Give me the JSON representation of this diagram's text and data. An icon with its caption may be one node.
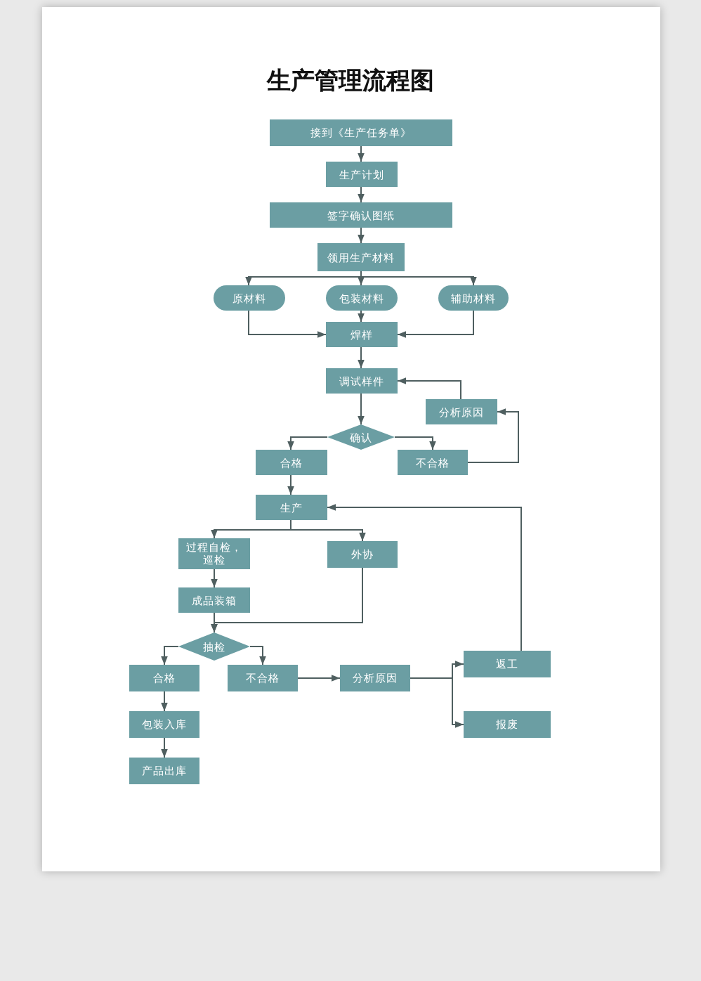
{
  "diagram": {
    "title": "生产管理流程图",
    "nodes": [
      {
        "text": [
          "接到《生产任务单》"
        ]
      },
      {
        "text": [
          "生产计划"
        ]
      },
      {
        "text": [
          "签字确认图纸"
        ]
      },
      {
        "text": [
          "领用生产材料"
        ]
      },
      {
        "text": [
          "原材料"
        ]
      },
      {
        "text": [
          "包装材料"
        ]
      },
      {
        "text": [
          "辅助材料"
        ]
      },
      {
        "text": [
          "焊样"
        ]
      },
      {
        "text": [
          "调试样件"
        ]
      },
      {
        "text": [
          "确认"
        ]
      },
      {
        "text": [
          "合格"
        ]
      },
      {
        "text": [
          "不合格"
        ]
      },
      {
        "text": [
          "分析原因"
        ]
      },
      {
        "text": [
          "生产"
        ]
      },
      {
        "text": [
          "过程自检，巡检"
        ]
      },
      {
        "text": [
          "外协"
        ]
      },
      {
        "text": [
          "成品装箱"
        ]
      },
      {
        "text": [
          "抽检"
        ]
      },
      {
        "text": [
          "合格"
        ]
      },
      {
        "text": [
          "不合格"
        ]
      },
      {
        "text": [
          "分析原因"
        ]
      },
      {
        "text": [
          "返工"
        ]
      },
      {
        "text": [
          "报废"
        ]
      },
      {
        "text": [
          "包装入库"
        ]
      },
      {
        "text": [
          "产品出库"
        ]
      }
    ],
    "edges": [
      {
        "from": 0,
        "to": 1,
        "arrow": "to"
      },
      {
        "from": 1,
        "to": 2,
        "arrow": "to"
      },
      {
        "from": 2,
        "to": 3,
        "arrow": "to"
      },
      {
        "from": 3,
        "to": 4,
        "arrow": "to"
      },
      {
        "from": 3,
        "to": 5,
        "arrow": "to"
      },
      {
        "from": 3,
        "to": 6,
        "arrow": "to"
      },
      {
        "from": 4,
        "to": 7,
        "arrow": "to"
      },
      {
        "from": 5,
        "to": 7,
        "arrow": "to"
      },
      {
        "from": 6,
        "to": 7,
        "arrow": "to"
      },
      {
        "from": 7,
        "to": 8,
        "arrow": "to"
      },
      {
        "from": 8,
        "to": 9,
        "arrow": "to"
      },
      {
        "from": 9,
        "to": 10,
        "arrow": "to"
      },
      {
        "from": 9,
        "to": 11,
        "arrow": "to"
      },
      {
        "from": 11,
        "to": 12,
        "arrow": "to"
      },
      {
        "from": 12,
        "to": 8,
        "arrow": "to"
      },
      {
        "from": 10,
        "to": 13,
        "arrow": "to"
      },
      {
        "from": 13,
        "to": 14,
        "arrow": "to"
      },
      {
        "from": 13,
        "to": 15,
        "arrow": "to"
      },
      {
        "from": 14,
        "to": 16,
        "arrow": "to"
      },
      {
        "from": 15,
        "to": 17,
        "arrow": "to"
      },
      {
        "from": 16,
        "to": 17,
        "arrow": "to"
      },
      {
        "from": 17,
        "to": 18,
        "arrow": "to"
      },
      {
        "from": 17,
        "to": 19,
        "arrow": "to"
      },
      {
        "from": 19,
        "to": 20,
        "arrow": "to"
      },
      {
        "from": 20,
        "to": 21,
        "arrow": "to"
      },
      {
        "from": 20,
        "to": 22,
        "arrow": "to"
      },
      {
        "from": 21,
        "to": 13,
        "arrow": "to"
      },
      {
        "from": 18,
        "to": 23,
        "arrow": "to"
      },
      {
        "from": 23,
        "to": 24,
        "arrow": "to"
      }
    ]
  }
}
